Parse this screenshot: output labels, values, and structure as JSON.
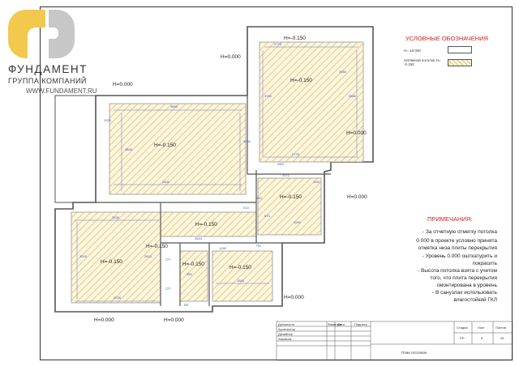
{
  "logo": {
    "name": "ФУНДАМЕНТ",
    "subtitle": "ГРУППА КОМПАНИЙ",
    "url": "WWW.FUNDAMENT.RU"
  },
  "legend": {
    "title": "УСЛОВНЫЕ ОБОЗНАЧЕНИЯ",
    "items": [
      {
        "label": "Н= ±0.000"
      },
      {
        "label": "Натяжной потолок Н= -0.150"
      }
    ]
  },
  "notes": {
    "title": "ПРИМЕЧАНИЯ:",
    "lines": [
      "- За отчетную отметку потолка",
      "0.000 в проекте условно принята",
      "отметка низа плиты перекрытия",
      "- Уровень 0.000 ошткатурить и",
      "покрасить",
      "- Высота потолка взята с учетом",
      "того, что плита перекрытия",
      "смонтирована в уровень",
      "- В санузлах использовать",
      "влагостойкий ГКЛ"
    ]
  },
  "marks": {
    "top_right": "Н=-0.150",
    "top_corridor": "Н=0.000",
    "right_room": "Н=-0.150",
    "right_side": "Н=0.000",
    "upper_left": "Н=0.000",
    "living": "Н=-0.150",
    "bath_right": "Н=0.000",
    "hall": "Н=-0.150",
    "small_room": "Н=-0.150",
    "corridor": "Н=-0.150",
    "bedroom": "Н=-0.150",
    "wc": "Н=-0.150",
    "bath": "Н=-0.150",
    "bottom_right": "Н=0.000",
    "bottom_left": "Н=0.000",
    "bottom_mid": "Н=0.000"
  },
  "dimensions": [
    "2775",
    "3850",
    "2600",
    "3250",
    "3845",
    "2775",
    "3780",
    "2880",
    "1072",
    "2867",
    "2626",
    "2026",
    "1195",
    "2644",
    "1945",
    "3016",
    "2615",
    "1290",
    "350",
    "673",
    "450",
    "510",
    "1110",
    "2920",
    "2650"
  ],
  "tags": [
    "СП",
    "СП",
    "ПК",
    "ВК"
  ],
  "title_block": {
    "left_labels": [
      "Должность",
      "Архитектор",
      "Дизайнер",
      "Заказчик"
    ],
    "left_headers": [
      "Фамилия",
      "Дата",
      "Подпись"
    ],
    "right_headers": [
      "Стадия",
      "Лист",
      "Листов"
    ],
    "right_values": [
      "РП",
      "9",
      "26"
    ],
    "sheet_name": "План потолков"
  },
  "colors": {
    "hatch": "#e6cf8a",
    "hatch_bg": "#fdf6e0",
    "wall": "#555555",
    "accent_red": "#d02020",
    "logo_yellow": "#f2c94c",
    "logo_grey": "#c7c7c7",
    "cyan_tag": "#2aa6a6"
  }
}
